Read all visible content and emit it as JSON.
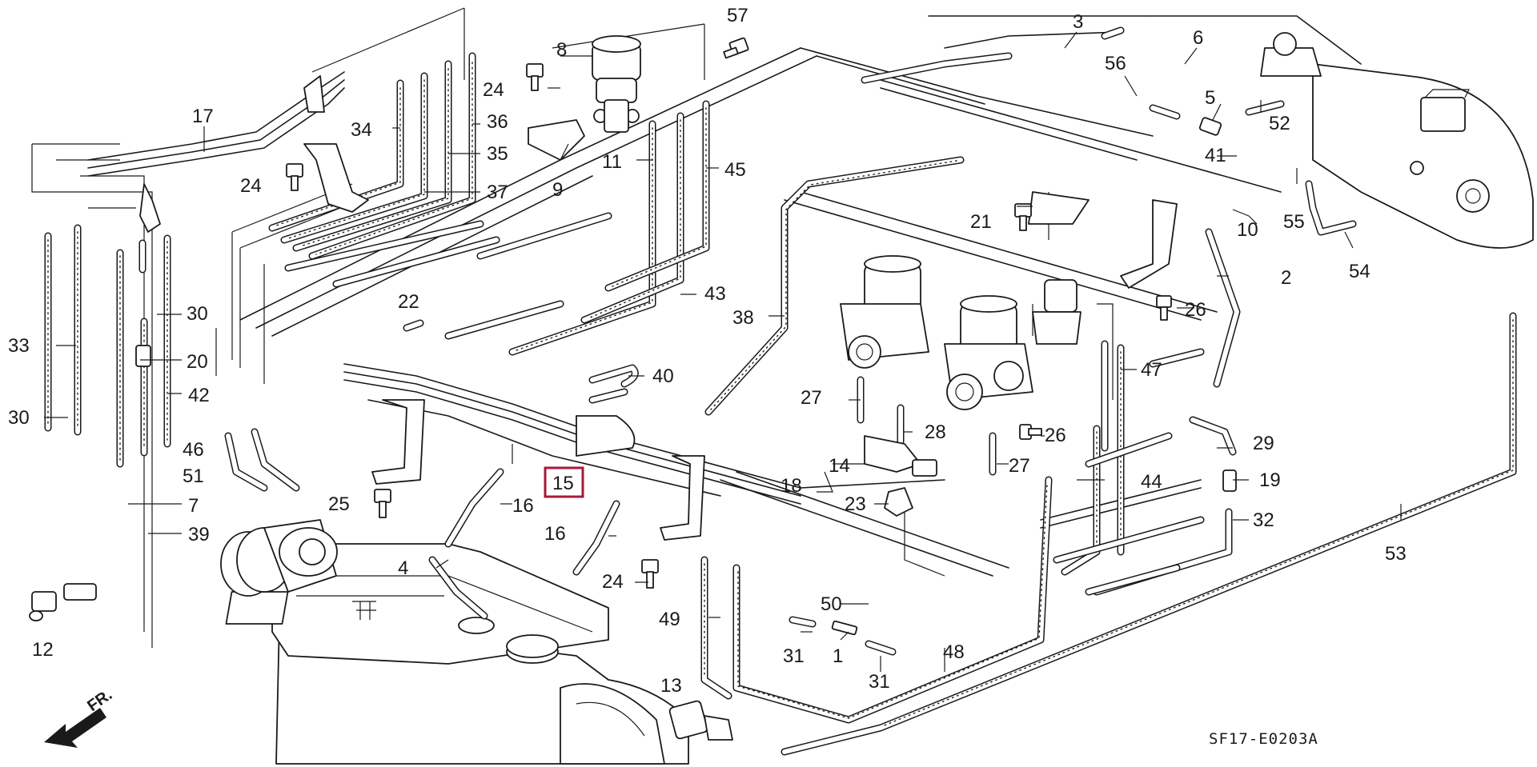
{
  "diagram": {
    "code": "SF17-E0203A",
    "front_marker": "FR.",
    "highlighted_part": "15",
    "highlight_color": "#a8193a",
    "callouts": [
      "1",
      "2",
      "3",
      "4",
      "5",
      "6",
      "7",
      "8",
      "9",
      "10",
      "11",
      "12",
      "13",
      "14",
      "15",
      "16",
      "16",
      "17",
      "18",
      "19",
      "20",
      "21",
      "22",
      "23",
      "24",
      "24",
      "24",
      "25",
      "26",
      "26",
      "27",
      "27",
      "28",
      "29",
      "30",
      "30",
      "31",
      "31",
      "32",
      "33",
      "34",
      "35",
      "36",
      "37",
      "38",
      "39",
      "40",
      "41",
      "42",
      "43",
      "44",
      "45",
      "46",
      "47",
      "48",
      "49",
      "50",
      "51",
      "52",
      "53",
      "54",
      "55",
      "56",
      "57"
    ]
  }
}
